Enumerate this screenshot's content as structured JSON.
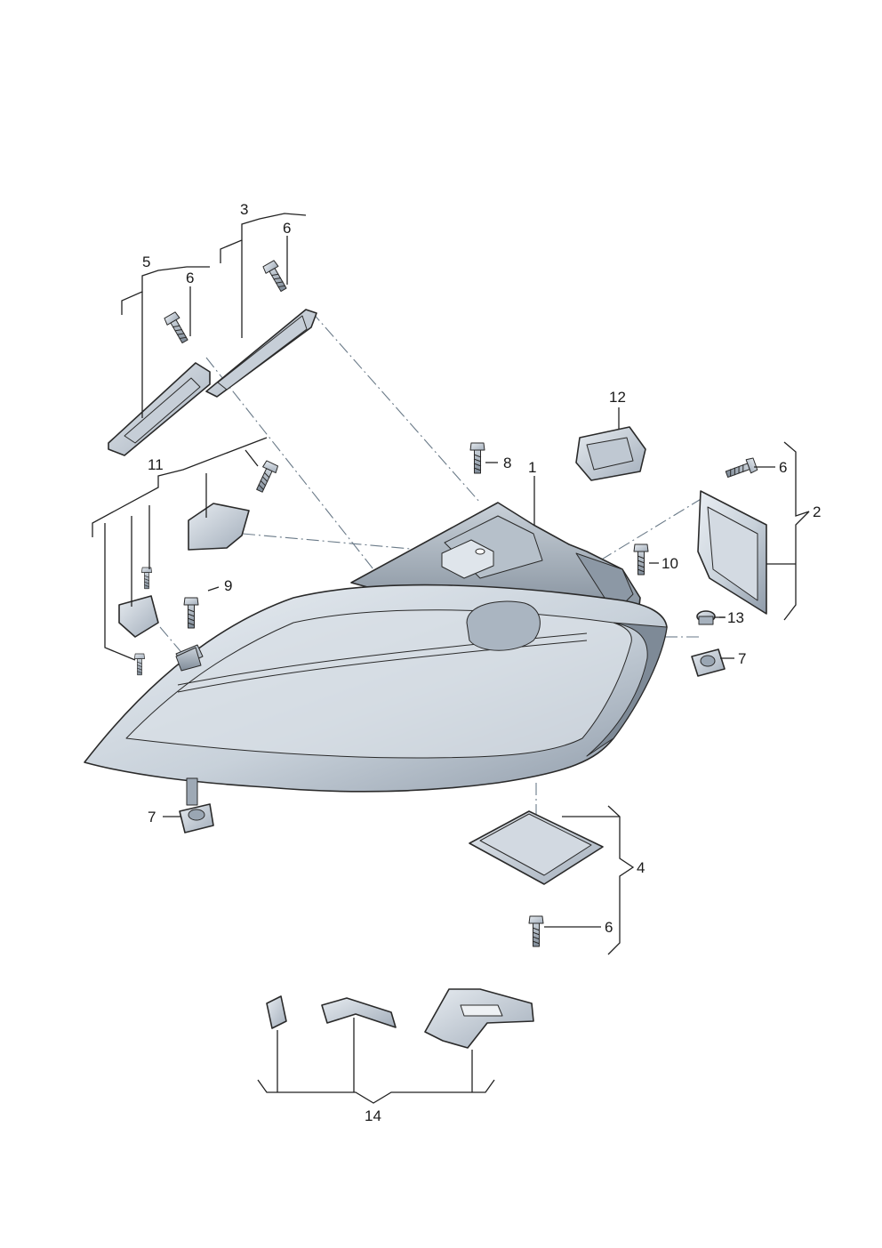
{
  "callouts": {
    "c1": "1",
    "c2": "2",
    "c3": "3",
    "c4": "4",
    "c5": "5",
    "c6": "6",
    "c7": "7",
    "c8": "8",
    "c9": "9",
    "c10": "10",
    "c11": "11",
    "c12": "12",
    "c13": "13",
    "c14": "14"
  },
  "colors": {
    "part_fill_light": "#dfe5eb",
    "part_fill_mid": "#c3ccd6",
    "part_fill_dark": "#9aa6b3",
    "leader_line": "#222222",
    "dash_line": "#6a7a88"
  }
}
